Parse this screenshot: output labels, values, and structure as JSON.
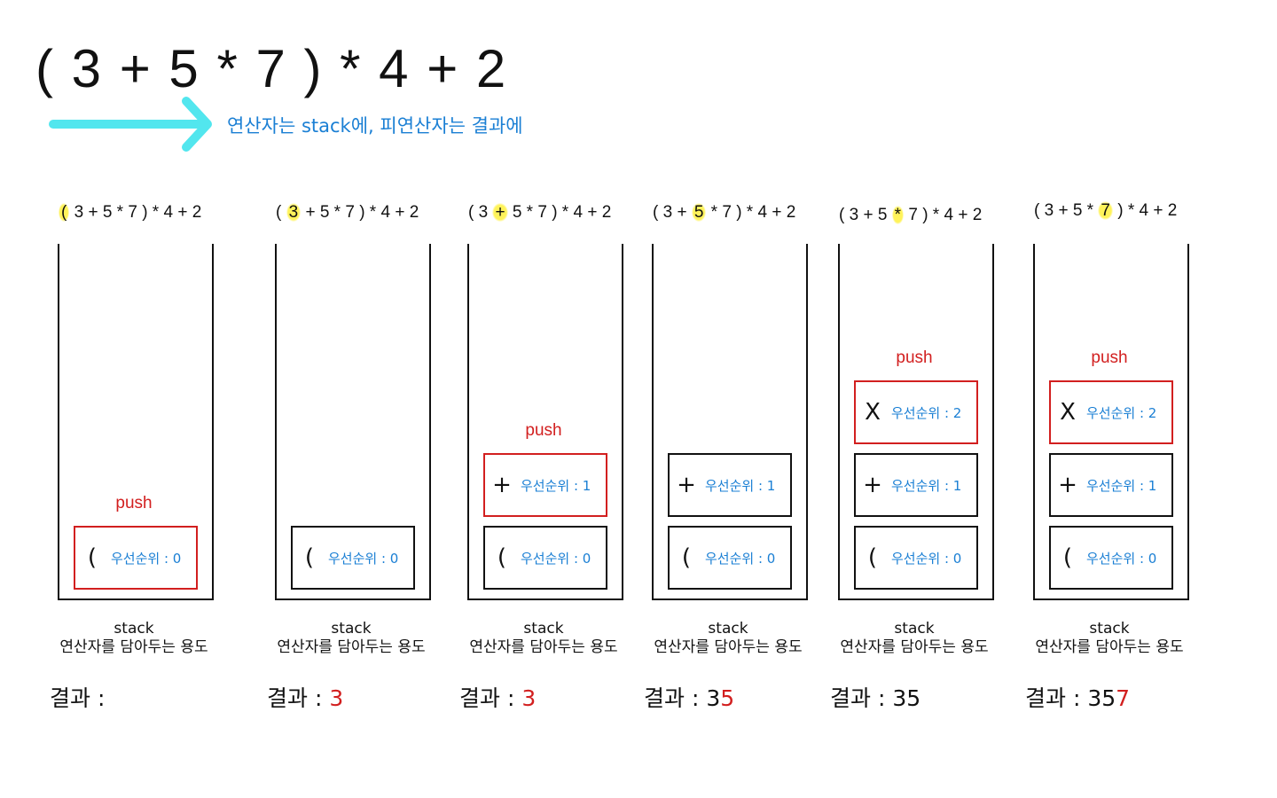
{
  "main_expression": "( 3 + 5 * 7 ) * 4 + 2",
  "arrow_caption": "연산자는 stack에, 피연산자는 결과에",
  "stack_title": "stack",
  "stack_desc": "연산자를 담아두는 용도",
  "push_label": "push",
  "result_label": "결과 : ",
  "steps": [
    {
      "expr_before": "",
      "expr_hl": "(",
      "expr_after": "3 + 5 * 7 ) * 4 + 2",
      "boxes": [
        {
          "symbol": "(",
          "priority": "우선순위 : 0",
          "new": true
        }
      ],
      "result_black": "",
      "result_red": ""
    },
    {
      "expr_before": "(",
      "expr_hl": "3",
      "expr_after": "+ 5 * 7 ) * 4 + 2",
      "boxes": [
        {
          "symbol": "(",
          "priority": "우선순위 : 0",
          "new": false
        }
      ],
      "result_black": "",
      "result_red": "3"
    },
    {
      "expr_before": "( 3",
      "expr_hl": "+",
      "expr_after": "5 * 7 ) * 4 + 2",
      "boxes": [
        {
          "symbol": "(",
          "priority": "우선순위 : 0",
          "new": false
        },
        {
          "symbol": "+",
          "priority": "우선순위 : 1",
          "new": true
        }
      ],
      "result_black": "",
      "result_red": "3"
    },
    {
      "expr_before": "( 3 +",
      "expr_hl": "5",
      "expr_after": "* 7 ) * 4 + 2",
      "boxes": [
        {
          "symbol": "(",
          "priority": "우선순위 : 0",
          "new": false
        },
        {
          "symbol": "+",
          "priority": "우선순위 : 1",
          "new": false
        }
      ],
      "result_black": "3",
      "result_red": "5"
    },
    {
      "expr_before": "( 3 + 5",
      "expr_hl": "*",
      "expr_after": "7 ) * 4 + 2",
      "boxes": [
        {
          "symbol": "(",
          "priority": "우선순위 : 0",
          "new": false
        },
        {
          "symbol": "+",
          "priority": "우선순위 : 1",
          "new": false
        },
        {
          "symbol": "X",
          "priority": "우선순위 : 2",
          "new": true
        }
      ],
      "result_black": "35",
      "result_red": ""
    },
    {
      "expr_before": "( 3 + 5 *",
      "expr_hl": "7",
      "expr_after": ") * 4 + 2",
      "boxes": [
        {
          "symbol": "(",
          "priority": "우선순위 : 0",
          "new": false
        },
        {
          "symbol": "+",
          "priority": "우선순위 : 1",
          "new": false
        },
        {
          "symbol": "X",
          "priority": "우선순위 : 2",
          "new": true
        }
      ],
      "result_black": "35",
      "result_red": "7"
    }
  ]
}
